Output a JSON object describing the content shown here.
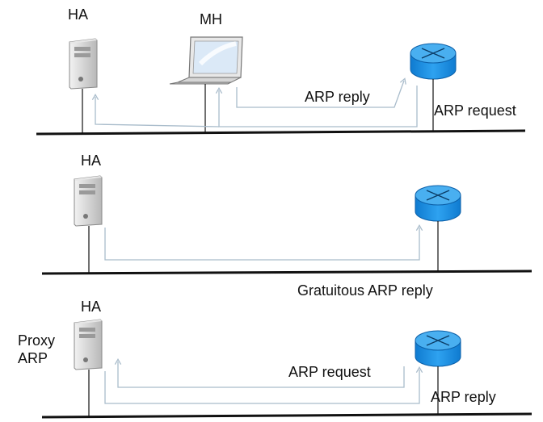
{
  "panels": [
    {
      "ha_label": "HA",
      "mh_label": "MH",
      "arp_reply_label": "ARP reply",
      "arp_request_label": "ARP request"
    },
    {
      "ha_label": "HA",
      "gratuitous_label": "Gratuitous ARP reply"
    },
    {
      "ha_label": "HA",
      "proxy_label_line1": "Proxy",
      "proxy_label_line2": "ARP",
      "arp_request_label": "ARP request",
      "arp_reply_label": "ARP reply"
    }
  ],
  "colors": {
    "router_fill": "#1a8fe3",
    "router_top": "#47aef0",
    "arrow": "#a9bccb",
    "bus": "#111111",
    "server": "#c9c9c9"
  }
}
